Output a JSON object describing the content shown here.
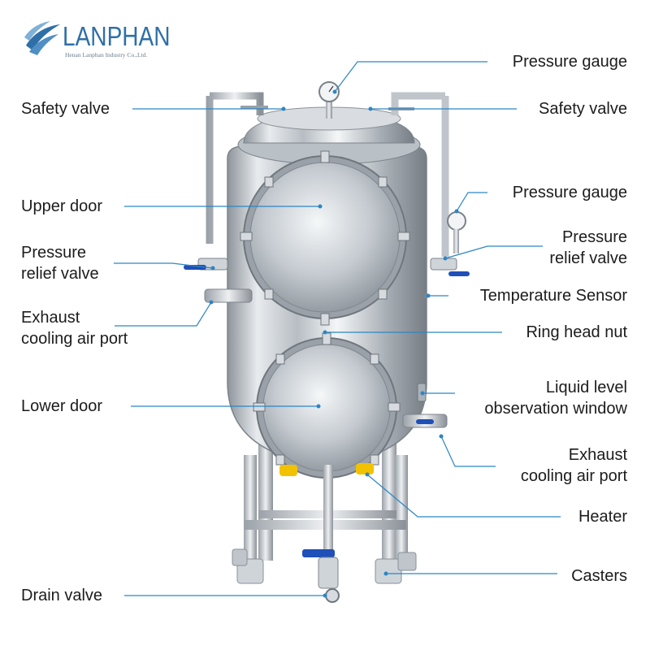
{
  "brand": {
    "name": "LANPHAN",
    "subtitle": "Henan Lanphan Industry Co.,Ltd.",
    "color": "#2f6fa8"
  },
  "accent": {
    "leader_line": "#2b86c5",
    "steel": "#c9ced3",
    "valve_handle": "#1f4fb8",
    "heater": "#f2c200"
  },
  "labels": {
    "left": {
      "safety_valve": "Safety valve",
      "upper_door": "Upper door",
      "pressure_relief_1": "Pressure",
      "pressure_relief_2": "relief valve",
      "exhaust_1": "Exhaust",
      "exhaust_2": "cooling air port",
      "lower_door": "Lower door",
      "drain_valve": "Drain valve"
    },
    "right": {
      "pressure_gauge_top": "Pressure gauge",
      "safety_valve": "Safety valve",
      "pressure_gauge_side": "Pressure gauge",
      "pressure_relief_1": "Pressure",
      "pressure_relief_2": "relief valve",
      "temperature_sensor": "Temperature Sensor",
      "ring_head_nut": "Ring head nut",
      "liquid_level_1": "Liquid level",
      "liquid_level_2": "observation window",
      "exhaust_1": "Exhaust",
      "exhaust_2": "cooling air port",
      "heater": "Heater",
      "casters": "Casters"
    }
  }
}
